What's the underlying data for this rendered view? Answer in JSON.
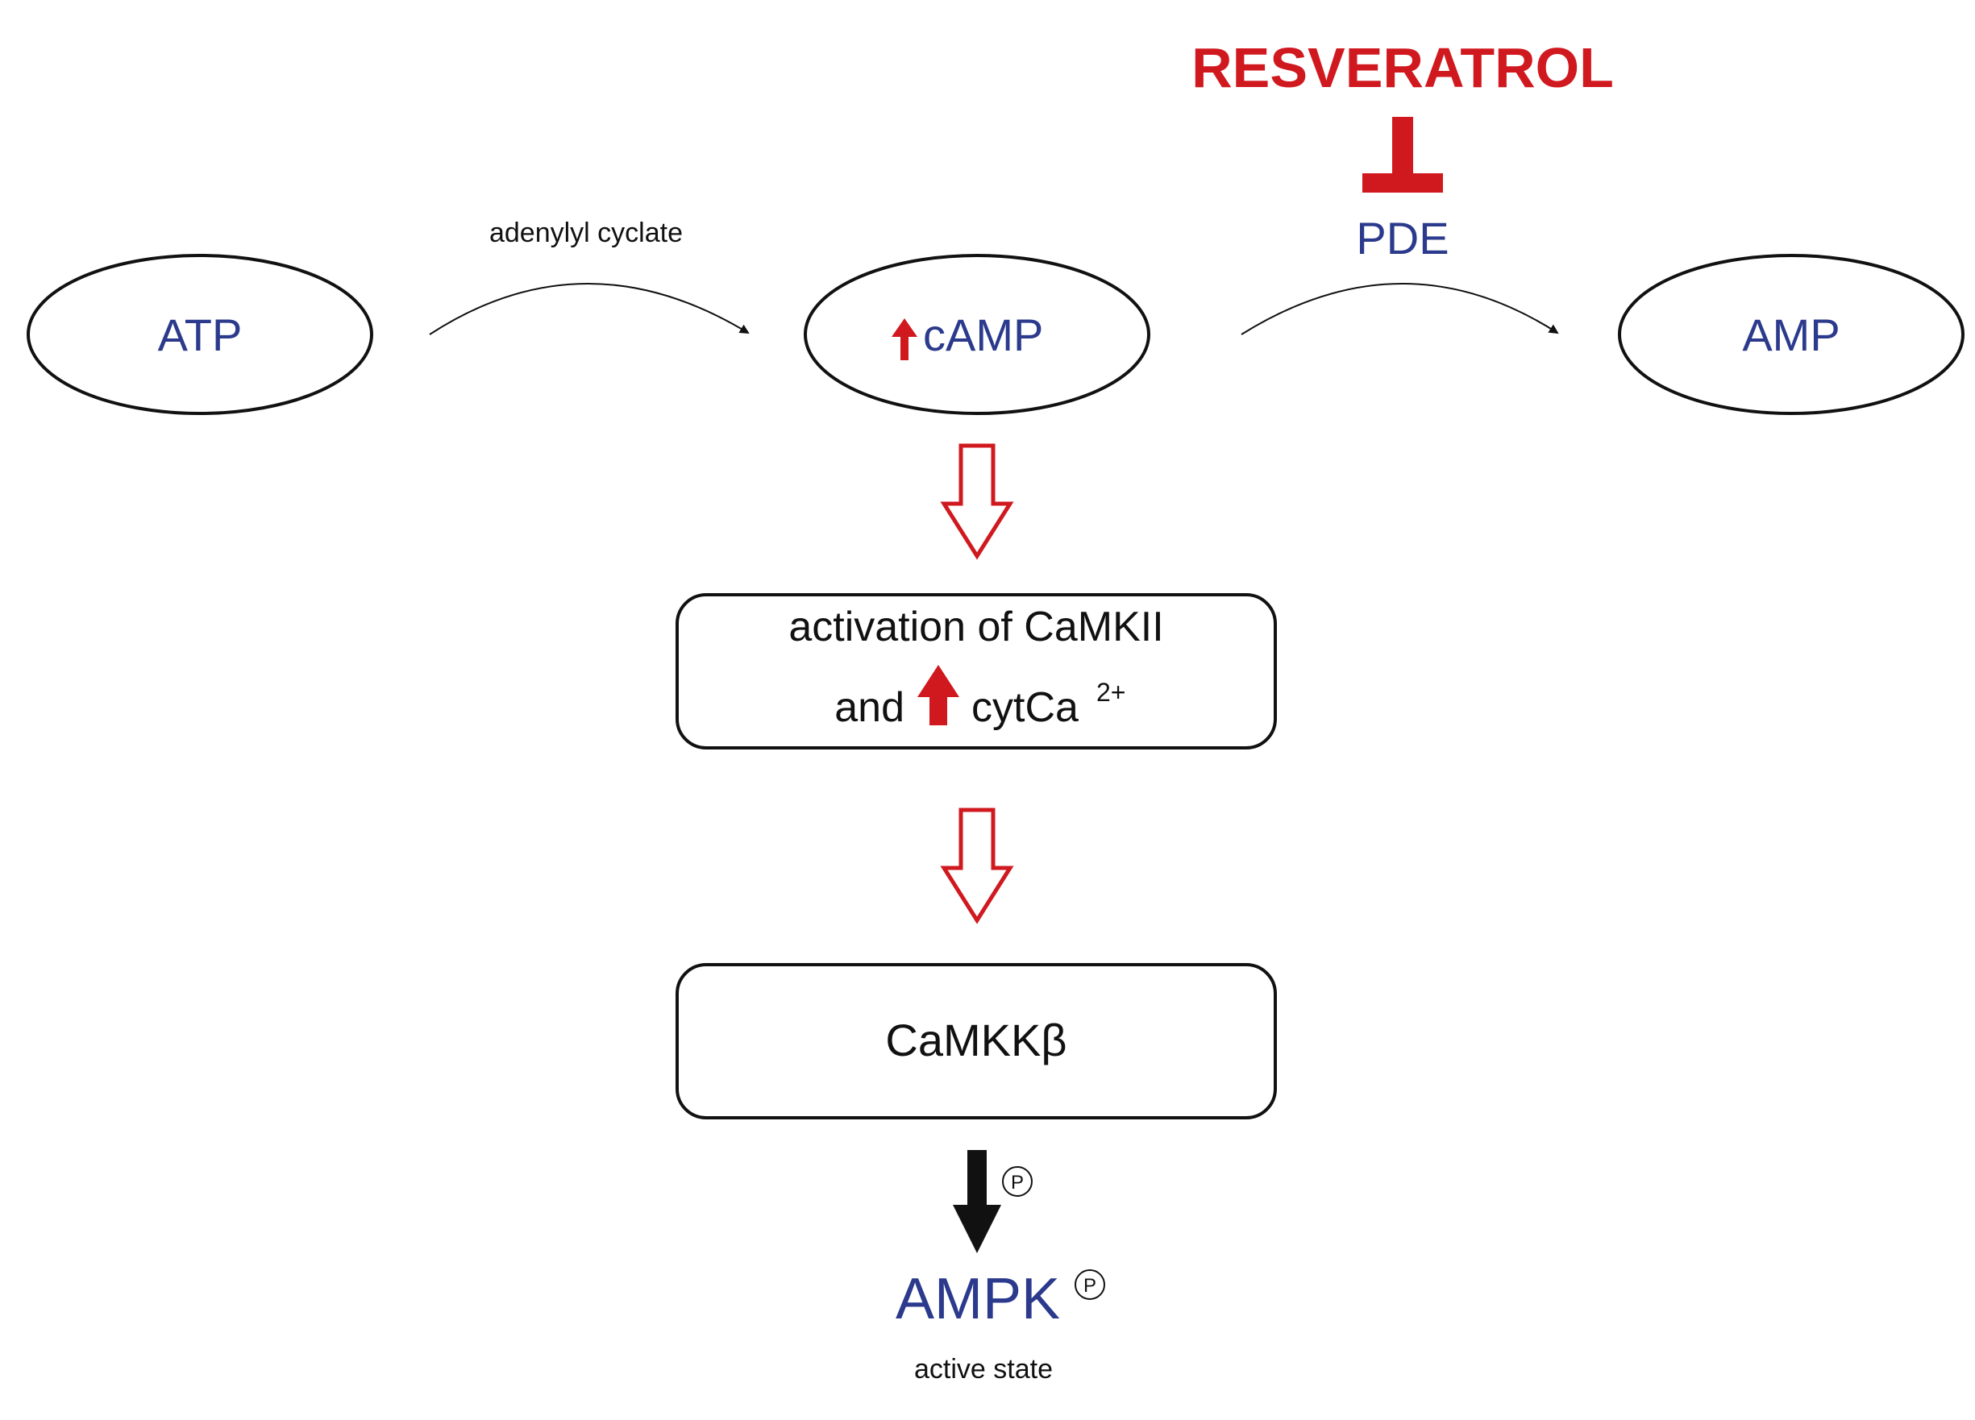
{
  "colors": {
    "node_text": "#2b3a8c",
    "inhibitor": "#d0191f",
    "arrow_outline": "#d0191f",
    "label_text": "#111111"
  },
  "nodes": {
    "atp": "ATP",
    "camp": "cAMP",
    "amp": "AMP",
    "activation_line1": "activation of CaMKII",
    "activation_line2_prefix": "and",
    "activation_line2_suffix": "cytCa",
    "activation_superscript": "2+",
    "camkkb": "CaMKKβ",
    "ampk": "AMPK",
    "ampk_state": "active state"
  },
  "enzymes": {
    "adenylyl": "adenylyl cyclate",
    "pde": "PDE"
  },
  "inhibitor": {
    "label": "RESVERATROL"
  },
  "phospho": {
    "symbol": "P"
  },
  "icons": [
    "up-arrow-icon",
    "hollow-down-arrow-icon",
    "inhibition-tbar-icon",
    "solid-down-arrow-icon",
    "phosphate-circle-icon"
  ]
}
